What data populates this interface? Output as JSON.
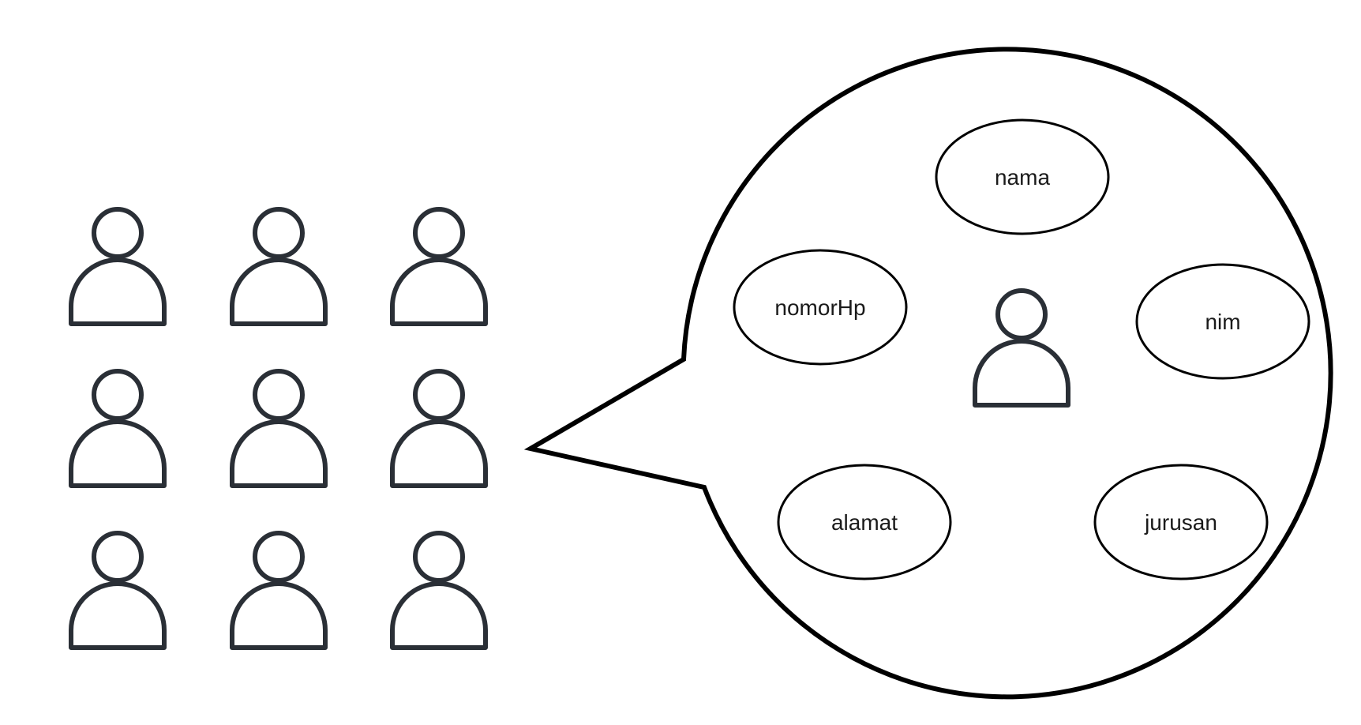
{
  "attributes": [
    {
      "label": "nama"
    },
    {
      "label": "nomorHp"
    },
    {
      "label": "nim"
    },
    {
      "label": "alamat"
    },
    {
      "label": "jurusan"
    }
  ],
  "icons": {
    "person": "person-icon"
  },
  "colors": {
    "stroke": "#1f2329",
    "bubble_stroke": "#000000",
    "background": "#ffffff"
  }
}
